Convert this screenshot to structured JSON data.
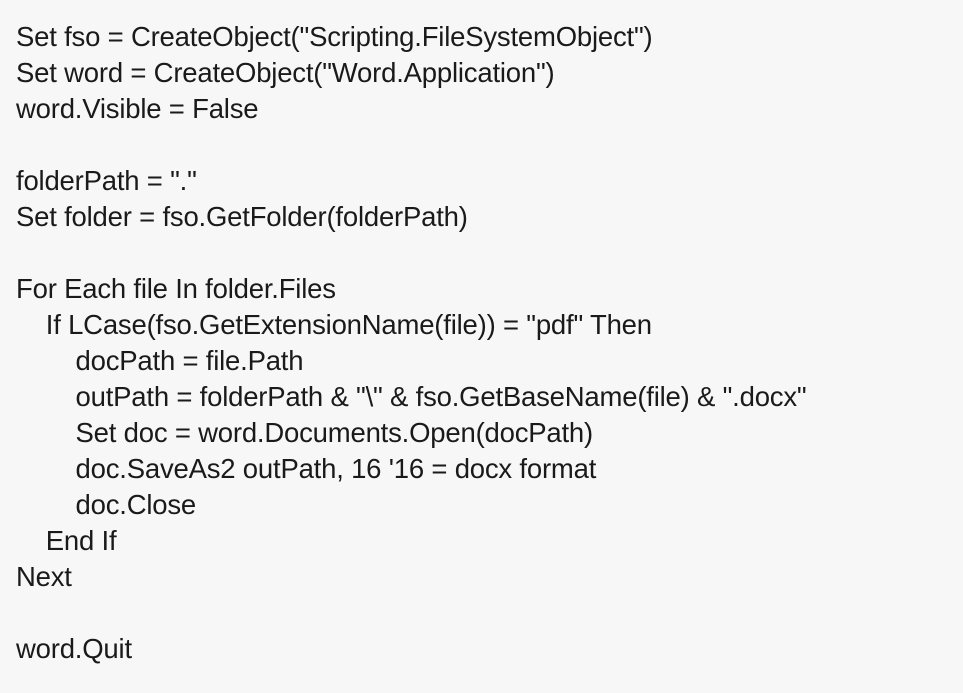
{
  "page": {
    "background_color": "#f7f7f7",
    "text_color": "#1a1a1a"
  },
  "code": {
    "language": "vbscript",
    "lines": [
      {
        "text": "Set fso = CreateObject(\"Scripting.FileSystemObject\")"
      },
      {
        "text": "Set word = CreateObject(\"Word.Application\")"
      },
      {
        "text": "word.Visible = False"
      },
      {
        "text": ""
      },
      {
        "text": "folderPath = \".\""
      },
      {
        "text": "Set folder = fso.GetFolder(folderPath)"
      },
      {
        "text": ""
      },
      {
        "text": "For Each file In folder.Files"
      },
      {
        "text": "    If LCase(fso.GetExtensionName(file)) = \"pdf\" Then"
      },
      {
        "text": "        docPath = file.Path"
      },
      {
        "text": "        outPath = folderPath & \"\\\" & fso.GetBaseName(file) & \".docx\""
      },
      {
        "text": "        Set doc = word.Documents.Open(docPath)"
      },
      {
        "text": "        doc.SaveAs2 outPath, 16 '16 = docx format"
      },
      {
        "text": "        doc.Close"
      },
      {
        "text": "    End If"
      },
      {
        "text": "Next"
      },
      {
        "text": ""
      },
      {
        "text": "word.Quit"
      }
    ]
  }
}
